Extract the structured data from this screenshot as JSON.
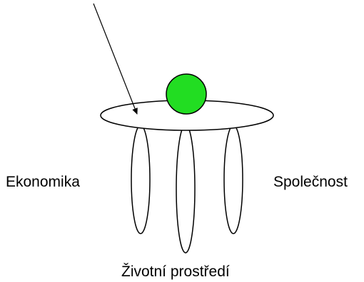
{
  "labels": {
    "left": "Ekonomika",
    "right": "Společnost",
    "bottom": "Životní prostředí"
  },
  "colors": {
    "ball_fill": "#22dd22",
    "stroke": "#000000",
    "background": "#ffffff"
  },
  "shapes": {
    "tabletop": "ellipse",
    "legs_count": 3,
    "ball": "circle",
    "arrow": "line-with-arrowhead"
  }
}
